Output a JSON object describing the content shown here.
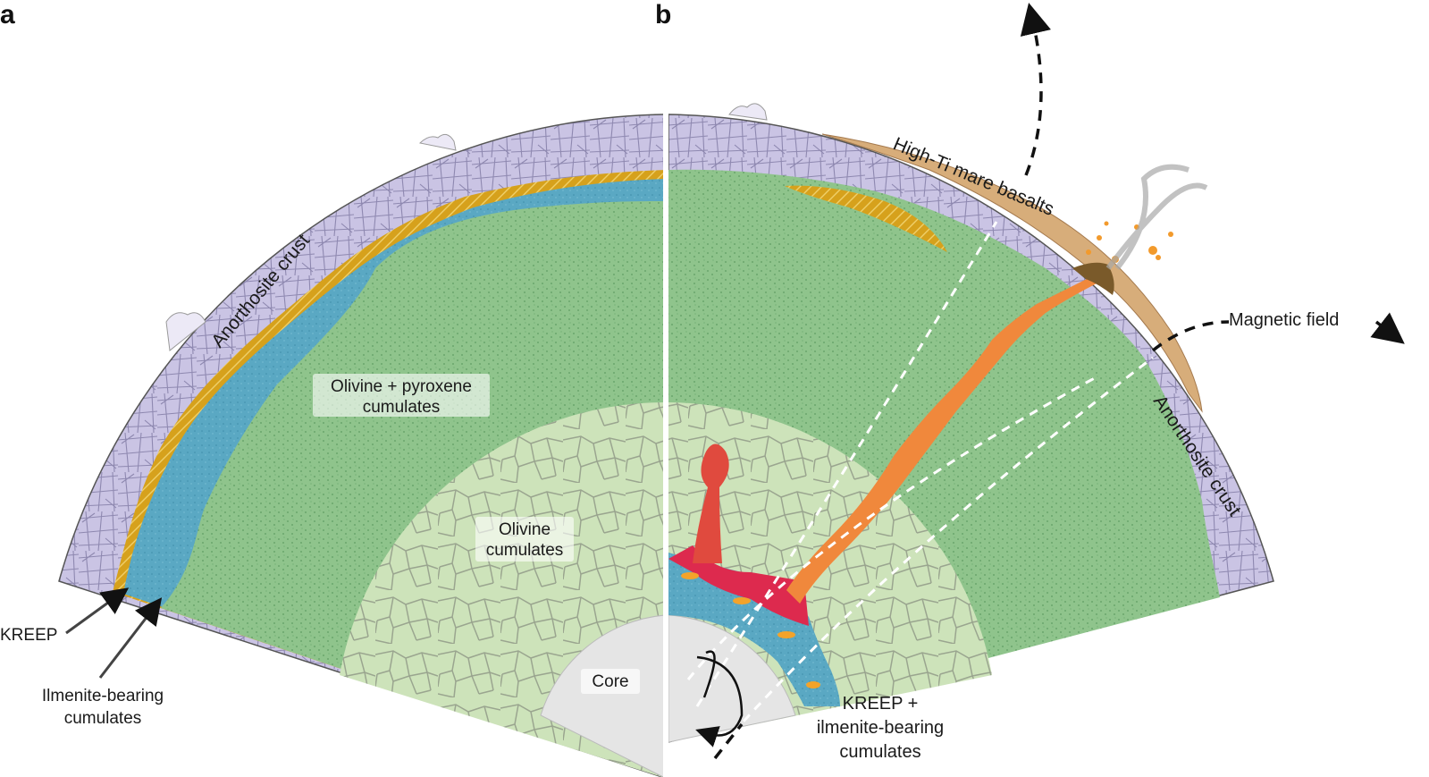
{
  "panels": {
    "a": {
      "letter": "a",
      "labels": {
        "anorthosite": "Anorthosite crust",
        "olivine_pyroxene_1": "Olivine + pyroxene",
        "olivine_pyroxene_2": "cumulates",
        "olivine_1": "Olivine",
        "olivine_2": "cumulates",
        "core": "Core",
        "kreep": "KREEP",
        "ilmenite_1": "Ilmenite-bearing",
        "ilmenite_2": "cumulates"
      }
    },
    "b": {
      "letter": "b",
      "labels": {
        "high_ti": "High-Ti mare basalts",
        "magnetic": "Magnetic field",
        "anorthosite": "Anorthosite crust",
        "kreep_1": "KREEP +",
        "kreep_2": "ilmenite-bearing",
        "kreep_3": "cumulates"
      }
    }
  },
  "colors": {
    "crust": "#c9c3e3",
    "crust_line": "#8e88b0",
    "kreep": "#d9a51e",
    "ilmenite": "#5aa9c4",
    "outer_mantle": "#8fc48c",
    "inner_mantle": "#cbe3b9",
    "core": "#e4e4e4",
    "plume": "#e0344e",
    "magma_orange": "#f29a4a",
    "basalt": "#d9b07e"
  }
}
